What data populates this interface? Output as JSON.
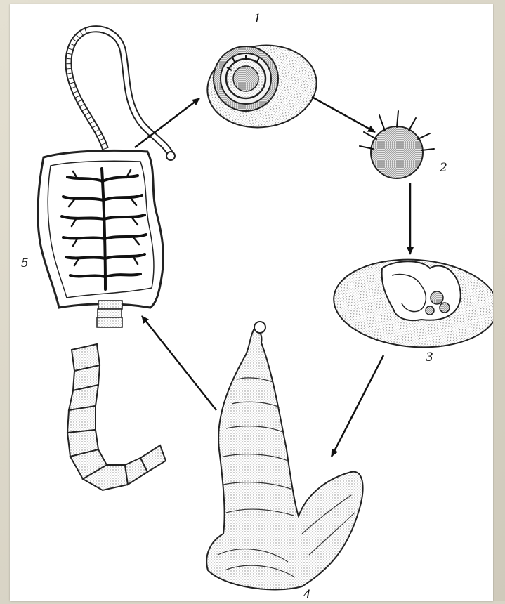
{
  "figure": {
    "colors": {
      "background": "#d8d4c6",
      "panel": "#ffffff",
      "ink": "#111111",
      "stipple": "#bdbdbd"
    },
    "stage_labels": [
      "1",
      "2",
      "3",
      "4",
      "5"
    ]
  }
}
